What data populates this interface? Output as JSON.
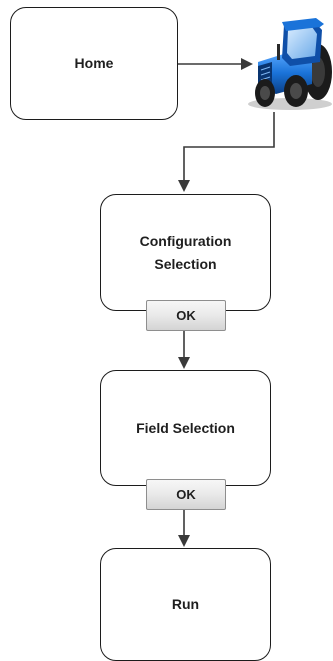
{
  "steps": {
    "home": "Home",
    "configuration": "Configuration\nSelection",
    "field": "Field Selection",
    "run": "Run"
  },
  "buttons": {
    "ok_1": "OK",
    "ok_2": "OK"
  },
  "icons": {
    "vehicle": "tractor-icon"
  },
  "colors": {
    "box_border": "#1c1c1c",
    "connector": "#3a3a3a",
    "tractor_body": "#1a73d9",
    "tractor_dark": "#0b3f86",
    "button_border": "#8e8e8e"
  }
}
